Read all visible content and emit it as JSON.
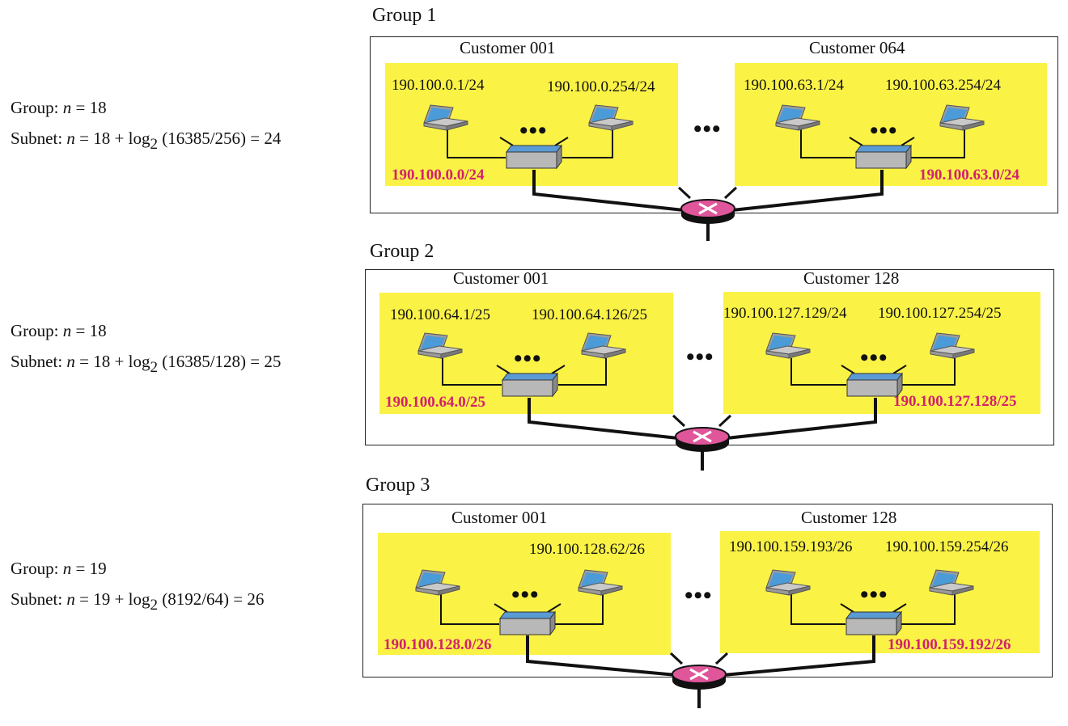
{
  "groups": [
    {
      "title": "Group 1",
      "formula": {
        "group_prefix": "Group: ",
        "group_n": "n",
        "group_rest": " = 18",
        "subnet_prefix": "Subnet: ",
        "subnet_n": "n",
        "subnet_mid": " = 18 + log",
        "subnet_sub": "2",
        "subnet_rest": " (16385/256) = 24"
      },
      "ellipsis": "•••",
      "customers": [
        {
          "title": "Customer 001",
          "left_ip": "190.100.0.1/24",
          "right_ip": "190.100.0.254/24",
          "dots": "•••",
          "network": "190.100.0.0/24"
        },
        {
          "title": "Customer 064",
          "left_ip": "190.100.63.1/24",
          "right_ip": "190.100.63.254/24",
          "dots": "•••",
          "network": "190.100.63.0/24"
        }
      ]
    },
    {
      "title": "Group 2",
      "formula": {
        "group_prefix": "Group: ",
        "group_n": "n",
        "group_rest": " = 18",
        "subnet_prefix": "Subnet: ",
        "subnet_n": "n",
        "subnet_mid": " = 18 + log",
        "subnet_sub": "2",
        "subnet_rest": " (16385/128) = 25"
      },
      "ellipsis": "•••",
      "customers": [
        {
          "title": "Customer 001",
          "left_ip": "190.100.64.1/25",
          "right_ip": "190.100.64.126/25",
          "dots": "•••",
          "network": "190.100.64.0/25"
        },
        {
          "title": "Customer 128",
          "left_ip": "190.100.127.129/24",
          "right_ip": "190.100.127.254/25",
          "dots": "•••",
          "network": "190.100.127.128/25"
        }
      ]
    },
    {
      "title": "Group 3",
      "formula": {
        "group_prefix": "Group: ",
        "group_n": "n",
        "group_rest": " = 19",
        "subnet_prefix": "Subnet: ",
        "subnet_n": "n",
        "subnet_mid": " = 19 + log",
        "subnet_sub": "2",
        "subnet_rest": " (8192/64) = 26"
      },
      "ellipsis": "•••",
      "customers": [
        {
          "title": "Customer 001",
          "left_ip": "",
          "right_ip": "190.100.128.62/26",
          "dots": "•••",
          "network": "190.100.128.0/26"
        },
        {
          "title": "Customer 128",
          "left_ip": "190.100.159.193/26",
          "right_ip": "190.100.159.254/26",
          "dots": "•••",
          "network": "190.100.159.192/26"
        }
      ]
    }
  ],
  "colors": {
    "lan_fill": "#faf346",
    "network_label": "#d3216d",
    "router": "#e0569a",
    "switch_top": "#5b9bd5",
    "switch_body": "#b8b8b8",
    "laptop_screen": "#4a9bd8"
  },
  "icons": {
    "laptop": "laptop-icon",
    "switch": "switch-icon",
    "router": "router-icon"
  }
}
